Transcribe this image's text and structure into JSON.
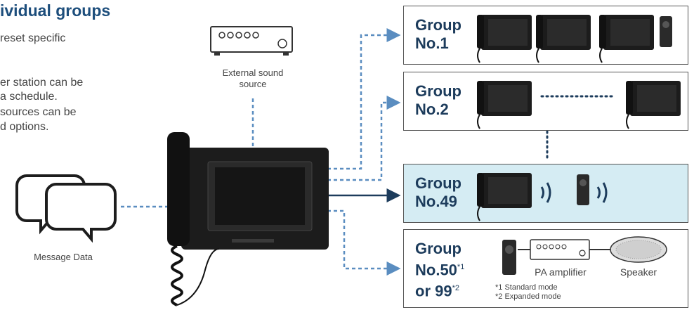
{
  "heading": "ividual groups",
  "description_lines": [
    "reset specific",
    "er station can be",
    "a schedule.",
    " sources can be",
    "d options."
  ],
  "external_source_label_line1": "External sound",
  "external_source_label_line2": "source",
  "message_label": "Message Data",
  "groups": [
    {
      "line1": "Group",
      "line2": "No.1"
    },
    {
      "line1": "Group",
      "line2": "No.2"
    },
    {
      "line1": "Group",
      "line2": "No.49"
    },
    {
      "line1": "Group",
      "line2": "No.50",
      "sup2": "*1",
      "line3": "or 99",
      "sup3": "*2"
    }
  ],
  "pa_amplifier_label": "PA amplifier",
  "speaker_label": "Speaker",
  "footnotes": [
    "*1 Standard mode",
    "*2 Expanded mode"
  ],
  "colors": {
    "heading": "#1d4e7c",
    "dashed_line": "#5a8dc0",
    "solid_arrow": "#1d3c5c",
    "highlight_fill": "#d5ecf3",
    "device_dark": "#1c1c1c"
  }
}
